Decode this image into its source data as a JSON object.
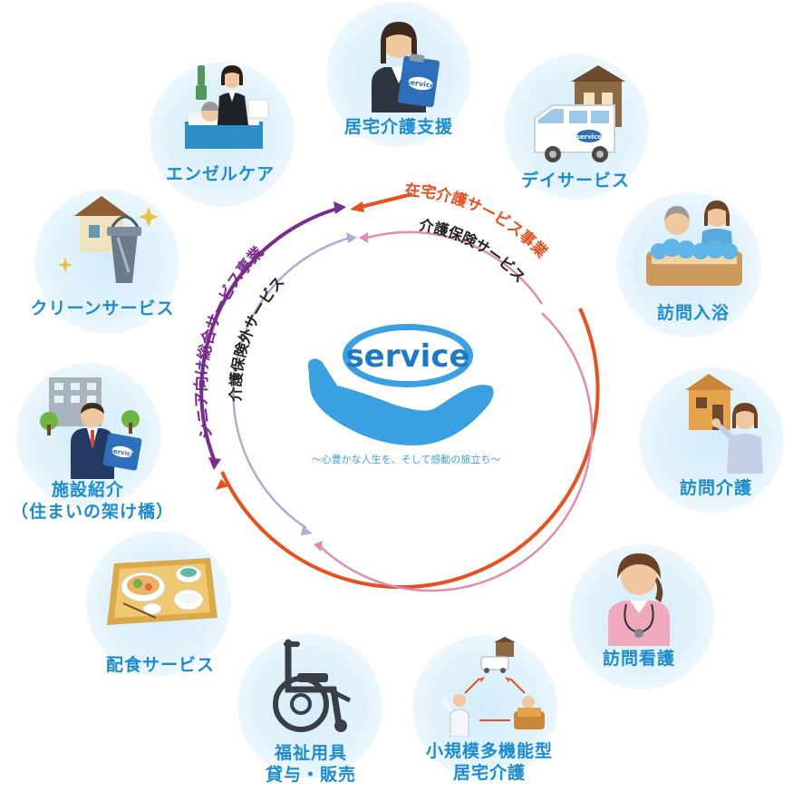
{
  "center": {
    "logo_text": "service",
    "tagline": "～心豊かな人生を、そして感動の旅立ち～"
  },
  "rings": {
    "outer_right": "在宅介護サービス事業",
    "inner_right": "介護保険サービス",
    "outer_left": "シニア向け総合サービス事業",
    "inner_left": "介護保険外サービス"
  },
  "services": {
    "kyotaku": {
      "label": "居宅介護支援",
      "icon": "care-manager-clipboard-icon",
      "clip_text": "service"
    },
    "day": {
      "label": "デイサービス",
      "icon": "day-service-van-icon",
      "van_text": "service"
    },
    "nyuyoku": {
      "label": "訪問入浴",
      "icon": "bathing-icon"
    },
    "houmon_kaigo": {
      "label": "訪問介護",
      "icon": "home-caregiver-icon"
    },
    "kango": {
      "label": "訪問看護",
      "icon": "nurse-icon"
    },
    "shokibo": {
      "line1": "小規模多機能型",
      "line2": "居宅介護",
      "icon": "multi-function-care-icon"
    },
    "fukushi": {
      "line1": "福祉用具",
      "line2": "貸与・販売",
      "icon": "wheelchair-icon"
    },
    "haishoku": {
      "label": "配食サービス",
      "icon": "meal-tray-icon"
    },
    "shisetsu": {
      "line1": "施設紹介",
      "line2": "（住まいの架け橋）",
      "icon": "facility-introduction-icon",
      "folder_text": "service"
    },
    "cleaning": {
      "label": "クリーンサービス",
      "icon": "cleaning-bucket-icon"
    },
    "angel": {
      "label": "エンゼルケア",
      "icon": "angel-care-icon"
    }
  }
}
